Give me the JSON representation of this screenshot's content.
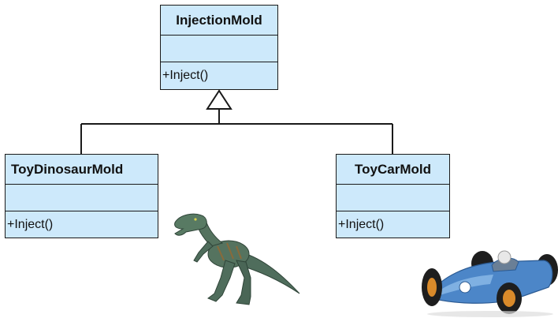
{
  "classes": {
    "parent": {
      "name": "InjectionMold",
      "attributes": "",
      "operations": "+Inject()"
    },
    "left_child": {
      "name": "ToyDinosaurMold",
      "attributes": "",
      "operations": "+Inject()"
    },
    "right_child": {
      "name": "ToyCarMold",
      "attributes": "",
      "operations": "+Inject()"
    }
  },
  "relationship": {
    "type": "generalization",
    "arrowhead": "hollow-triangle"
  },
  "illustrations": [
    {
      "icon": "dinosaur-toy-image",
      "color": "#4a6a5a"
    },
    {
      "icon": "race-car-toy-image",
      "color": "#4c86c8"
    }
  ],
  "colors": {
    "class_fill": "#cde9fb",
    "class_border": "#1a1a1a",
    "line": "#1a1a1a"
  }
}
